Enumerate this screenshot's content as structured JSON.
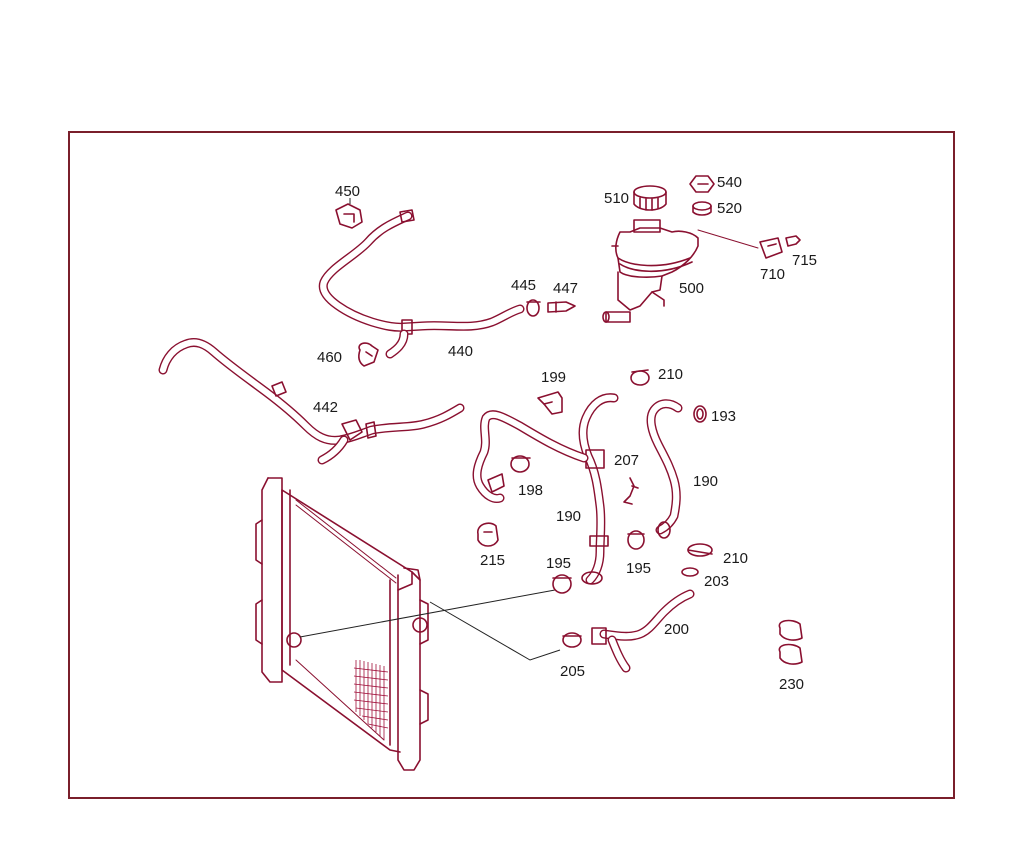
{
  "diagram": {
    "line_color": "#8a1030",
    "frame_color": "#7a1f2b",
    "background": "#ffffff",
    "callouts": {
      "c450": "450",
      "c510": "510",
      "c540": "540",
      "c520": "520",
      "c445": "445",
      "c447": "447",
      "c500": "500",
      "c710": "710",
      "c715": "715",
      "c460": "460",
      "c440": "440",
      "c442": "442",
      "c199": "199",
      "c210a": "210",
      "c193": "193",
      "c207": "207",
      "c198": "198",
      "c190a": "190",
      "c190b": "190",
      "c215": "215",
      "c195a": "195",
      "c195b": "195",
      "c210b": "210",
      "c203": "203",
      "c200": "200",
      "c205": "205",
      "c230": "230"
    }
  }
}
